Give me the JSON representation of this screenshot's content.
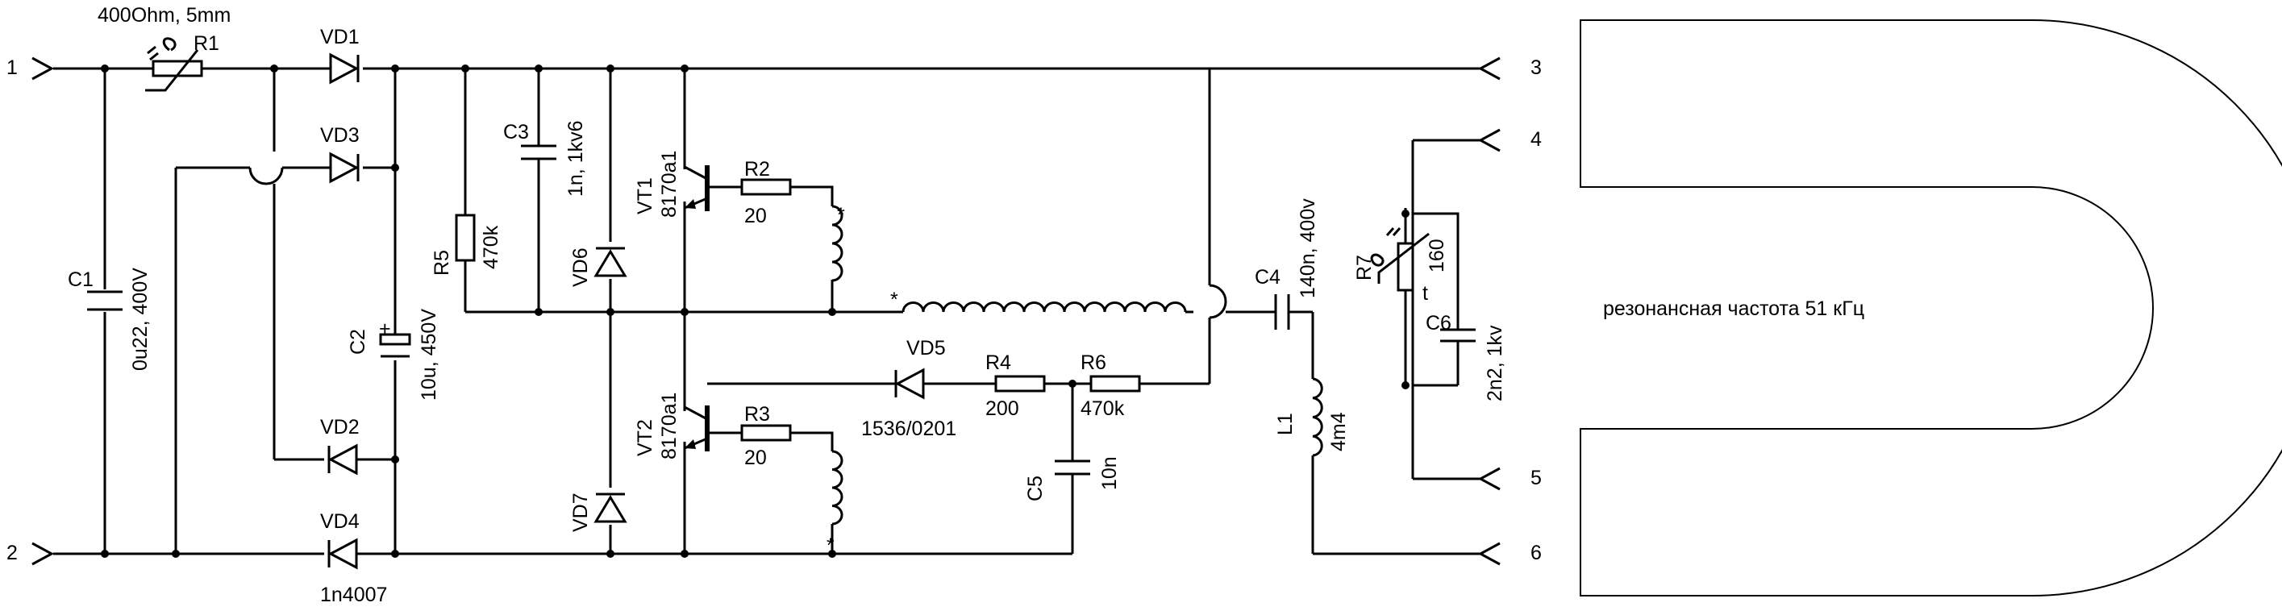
{
  "value_400": "400Ohm, 5mm",
  "terminals": {
    "t1": "1",
    "t2": "2",
    "t3": "3",
    "t4": "4",
    "t5": "5",
    "t6": "6"
  },
  "designators": {
    "R1": "R1",
    "R2": "R2",
    "R3": "R3",
    "R4": "R4",
    "R5": "R5",
    "R6": "R6",
    "R7": "R7",
    "C1": "C1",
    "C2": "C2",
    "C3": "C3",
    "C4": "C4",
    "C5": "C5",
    "C6": "C6",
    "VD1": "VD1",
    "VD2": "VD2",
    "VD3": "VD3",
    "VD4": "VD4",
    "VD5": "VD5",
    "VD6": "VD6",
    "VD7": "VD7",
    "VT1": "VT1",
    "VT2": "VT2",
    "L1": "L1"
  },
  "values": {
    "C1": "0u22, 400V",
    "C2": "10u, 450V",
    "C3": "1n, 1kv6",
    "C4": "140n, 400v",
    "C5": "10n",
    "C6": "2n2, 1kv",
    "R2": "20",
    "R3": "20",
    "R4": "200",
    "R5": "470k",
    "R6": "470k",
    "R7": "160",
    "L1": "4m4",
    "VT1": "8170a1",
    "VT2": "8170a1",
    "VD4": "1n4007",
    "VD5": "1536/0201"
  },
  "marks": {
    "polarity": "+",
    "dot": "*",
    "t_marker": "t"
  },
  "coil_note": "резонансная частота 51 кГц"
}
